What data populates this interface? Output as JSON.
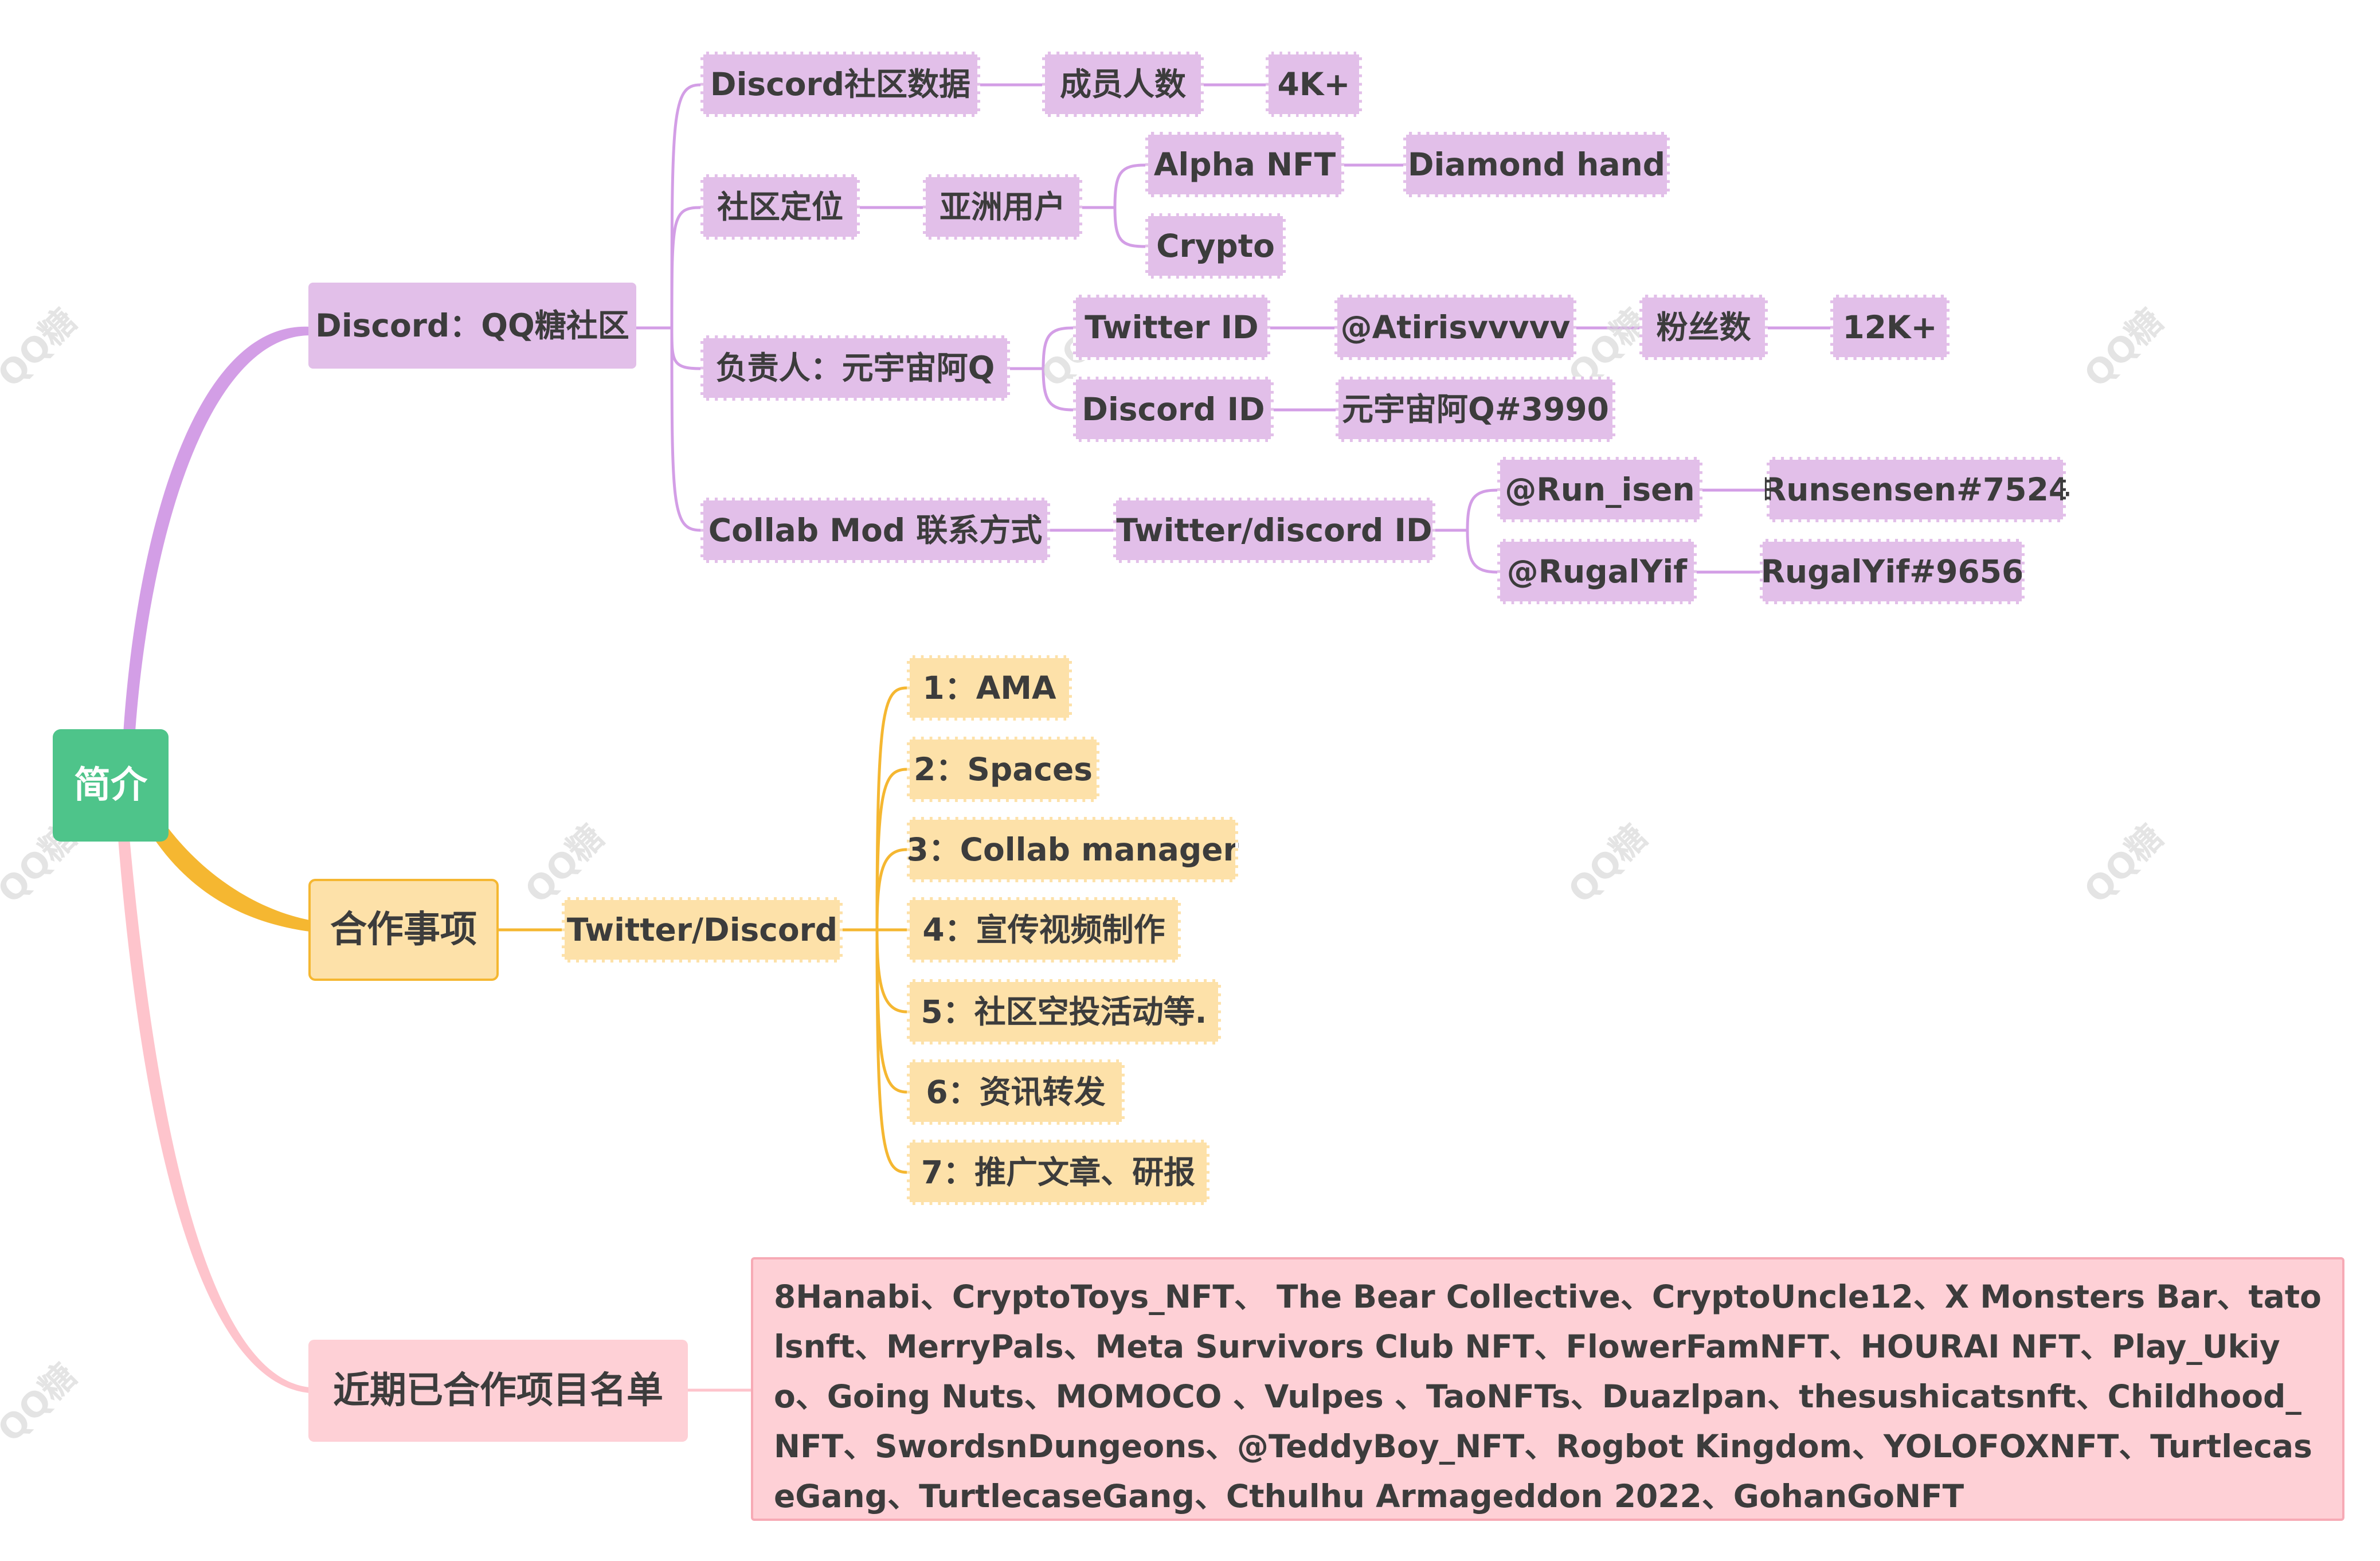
{
  "root": {
    "label": "简介"
  },
  "branch_discord": {
    "label": "Discord：QQ糖社区",
    "color": "#d39ee6",
    "data": {
      "label": "Discord社区数据",
      "members_label": "成员人数",
      "members_value": "4K+"
    },
    "position": {
      "label": "社区定位",
      "audience": "亚洲用户",
      "items": [
        {
          "label": "Alpha NFT",
          "child": "Diamond hand"
        },
        {
          "label": "Crypto"
        }
      ]
    },
    "owner": {
      "label": "负责人：元宇宙阿Q",
      "twitter_label": "Twitter  ID",
      "twitter_handle": "@Atirisvvvvv",
      "followers_label": "粉丝数",
      "followers_value": "12K+",
      "discord_label": "Discord ID",
      "discord_value": "元宇宙阿Q#3990"
    },
    "collab_mod": {
      "label": "Collab Mod 联系方式",
      "id_label": "Twitter/discord ID",
      "contacts": [
        {
          "twitter": "@Run_isen",
          "discord": "Runsensen#7524"
        },
        {
          "twitter": "@RugalYif",
          "discord": "RugalYif#9656"
        }
      ]
    }
  },
  "branch_coop": {
    "label": "合作事项",
    "color": "#f5b731",
    "channel": "Twitter/Discord",
    "items": [
      "1：AMA",
      "2：Spaces",
      "3：Collab manager",
      "4：宣传视频制作",
      "5：社区空投活动等.",
      "6：资讯转发",
      "7：推广文章、研报"
    ]
  },
  "branch_projects": {
    "label": "近期已合作项目名单",
    "color": "#fec4cc",
    "list_text": "8Hanabi、CryptoToys_NFT、 The Bear Collective、CryptoUncle12、X Monsters Bar、tatolsnft、MerryPals、Meta Survivors Club NFT、FlowerFamNFT、HOURAI NFT、Play_Ukiyo、Going Nuts、MOMOCO 、Vulpes 、TaoNFTs、Duazlpan、thesushicatsnft、Childhood_NFT、SwordsnDungeons、@TeddyBoy_NFT、Rogbot Kingdom、YOLOFOXNFT、TurtlecaseGang、TurtlecaseGang、Cthulhu Armageddon 2022、GohanGoNFT"
  },
  "watermark": "QQ糖"
}
